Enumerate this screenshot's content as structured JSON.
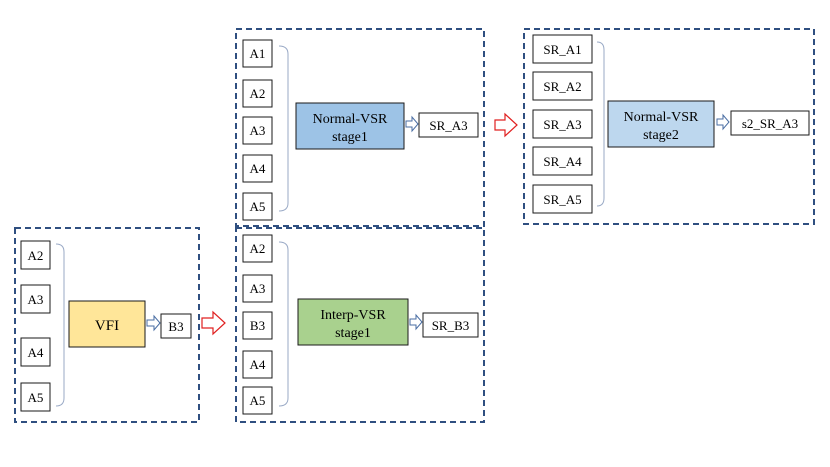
{
  "colors": {
    "vfi_fill": "#ffe699",
    "normal_stage1_fill": "#9dc3e6",
    "normal_stage2_fill": "#bdd7ee",
    "interp_stage1_fill": "#a9d18e",
    "dashed_border": "#2f4f80",
    "transition_arrow": "#e02020",
    "flow_arrow": "#4a6ea3"
  },
  "vfi_block": {
    "inputs": [
      "A2",
      "A3",
      "A4",
      "A5"
    ],
    "processor": [
      "VFI"
    ],
    "output": "B3"
  },
  "normal_stage1_block": {
    "inputs": [
      "A1",
      "A2",
      "A3",
      "A4",
      "A5"
    ],
    "processor": [
      "Normal-VSR",
      "stage1"
    ],
    "output": "SR_A3"
  },
  "interp_stage1_block": {
    "inputs": [
      "A2",
      "A3",
      "B3",
      "A4",
      "A5"
    ],
    "processor": [
      "Interp-VSR",
      "stage1"
    ],
    "output": "SR_B3"
  },
  "normal_stage2_block": {
    "inputs": [
      "SR_A1",
      "SR_A2",
      "SR_A3",
      "SR_A4",
      "SR_A5"
    ],
    "processor": [
      "Normal-VSR",
      "stage2"
    ],
    "output": "s2_SR_A3"
  }
}
